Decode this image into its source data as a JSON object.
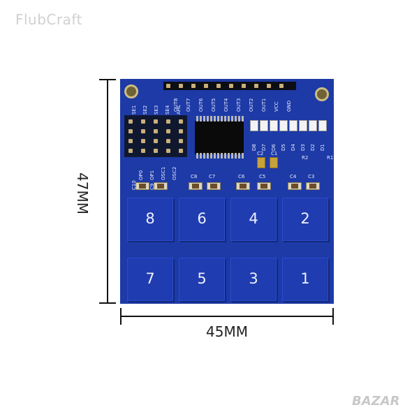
{
  "watermark": "FlubCraft",
  "brand_logo": "BAZAR",
  "dimensions": {
    "height_label": "47MM",
    "width_label": "45MM"
  },
  "header_labels": [
    "OUT8",
    "OUT7",
    "OUT6",
    "OUT5",
    "OUT4",
    "OUT3",
    "OUT2",
    "OUT1",
    "VCC",
    "GND"
  ],
  "jumper_labels": [
    "SE1",
    "SE2",
    "SE3",
    "SE4",
    "AHL"
  ],
  "osc_labels": [
    "OP0",
    "OP1",
    "OSC1",
    "OSC2"
  ],
  "led_labels": [
    "D8",
    "D7",
    "D6",
    "D5",
    "D4",
    "D3",
    "D2",
    "D1"
  ],
  "cap_labels": [
    "C10",
    "C9",
    "C8",
    "C7",
    "C6",
    "C5",
    "C4",
    "C3"
  ],
  "other_labels": {
    "c2": "C2",
    "c1": "C1",
    "r2": "R2",
    "r1": "R1"
  },
  "pads": {
    "top": [
      "8",
      "6",
      "4",
      "2"
    ],
    "bottom": [
      "7",
      "5",
      "3",
      "1"
    ]
  },
  "colors": {
    "pcb": "#1d3aa6",
    "pad": "#1f3cb0",
    "silk": "#e9ecff"
  }
}
